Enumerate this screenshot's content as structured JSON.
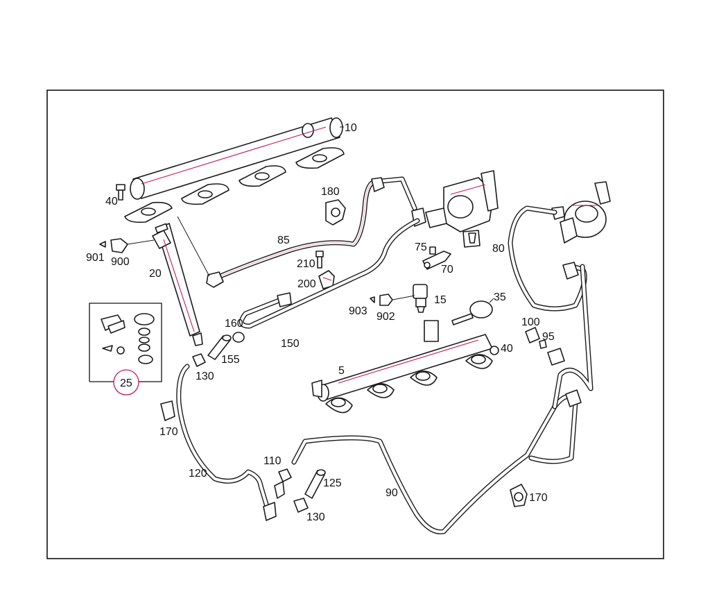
{
  "labels": {
    "p10": "10",
    "p40a": "40",
    "p180": "180",
    "p85": "85",
    "p20": "20",
    "p901": "901",
    "p900": "900",
    "p75": "75",
    "p70": "70",
    "p80": "80",
    "p210": "210",
    "p200": "200",
    "p903": "903",
    "p902": "902",
    "p15": "15",
    "p35": "35",
    "p160": "160",
    "p150": "150",
    "p100": "100",
    "p95": "95",
    "p40b": "40",
    "p5": "5",
    "p155": "155",
    "p130a": "130",
    "p25": "25",
    "p170a": "170",
    "p120": "120",
    "p110": "110",
    "p125": "125",
    "p90": "90",
    "p170b": "170",
    "p130b": "130"
  }
}
